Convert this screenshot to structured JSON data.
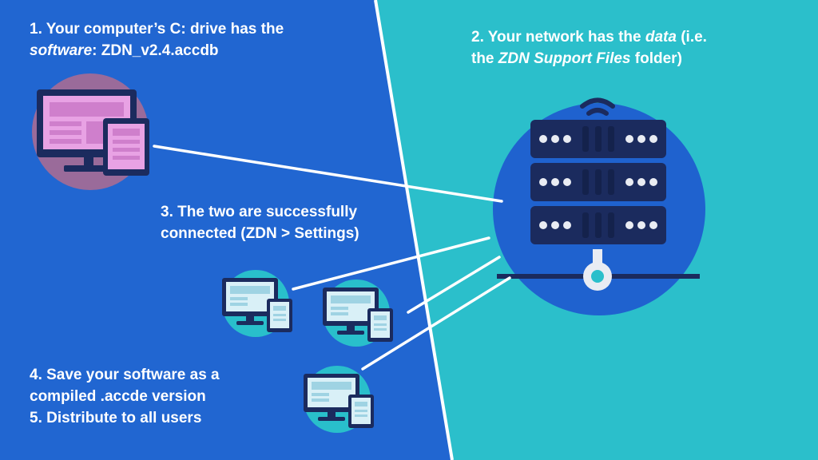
{
  "colors": {
    "left_bg": "#2166d1",
    "right_bg": "#2bbfcb",
    "server_circle": "#1f62cf",
    "server_body": "#1b2b5e",
    "server_light": "#e9ecf3",
    "computer_circle_large": "#9a6b9a",
    "computer_circle_small": "#29bfcb",
    "screen_main": "#e8a2e4",
    "screen_small": "#d9f0f7",
    "line": "#ffffff"
  },
  "step1": {
    "line1": "1. Your computer’s C: drive has the",
    "line2_italic": "software",
    "line2_rest": ": ZDN_v2.4.accdb"
  },
  "step2": {
    "line1_a": "2. Your network has the ",
    "line1_italic": "data",
    "line1_b": " (i.e.",
    "line2_a": "the ",
    "line2_italic": "ZDN Support Files",
    "line2_b": " folder)"
  },
  "step3": {
    "line1": "3. The two are successfully",
    "line2": "connected (ZDN > Settings)"
  },
  "step4": {
    "line1": "4.  Save your software as a",
    "line2": "compiled .accde version",
    "line3": "5. Distribute to all users"
  },
  "icons": {
    "main_computer": "desktop-tablet-icon",
    "server": "server-rack-icon",
    "user_computers": [
      "desktop-tablet-icon",
      "desktop-tablet-icon",
      "desktop-tablet-icon"
    ]
  }
}
